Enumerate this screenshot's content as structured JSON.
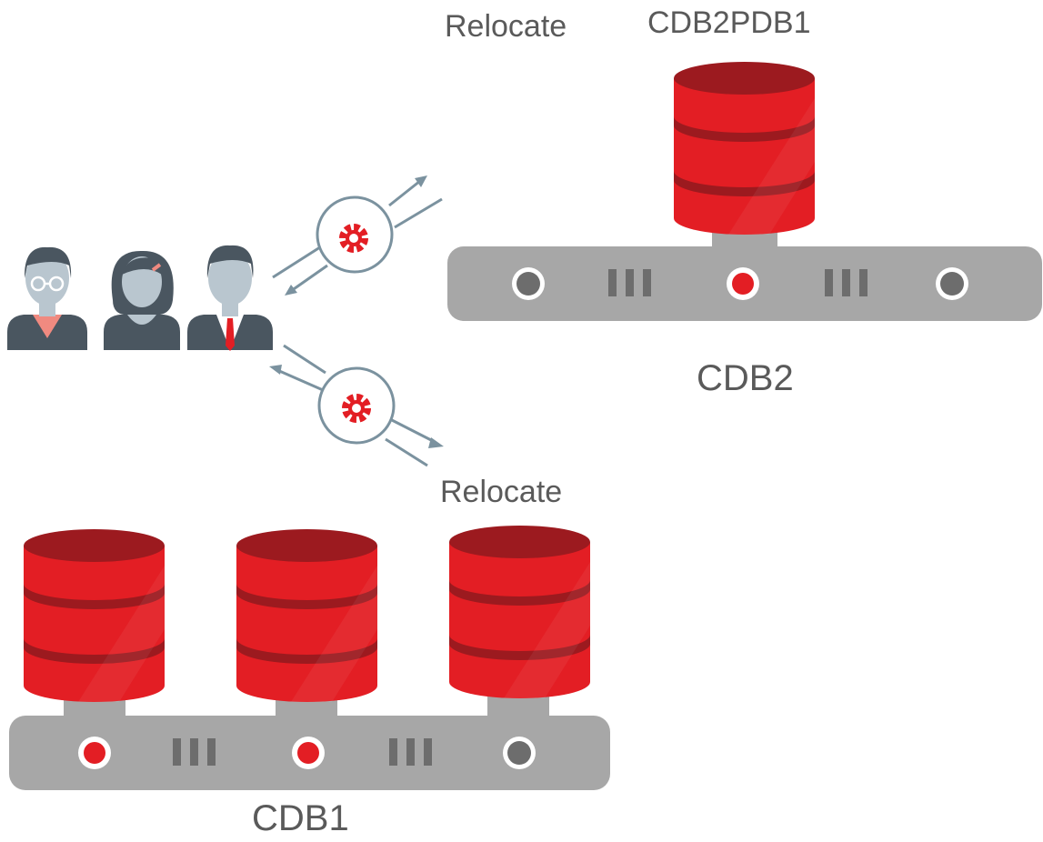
{
  "labels": {
    "relocate_top": "Relocate",
    "pdb_name": "CDB2PDB1",
    "cdb2": "CDB2",
    "relocate_bottom": "Relocate",
    "cdb1": "CDB1"
  },
  "icons": {
    "users": [
      "man-with-glasses-icon",
      "woman-icon",
      "businessman-icon"
    ],
    "process": "gear-icon",
    "database": "database-icon",
    "server": "server-rack-icon"
  },
  "colors": {
    "db_red": "#e31e24",
    "db_dark_red": "#9c1a1f",
    "server_gray": "#a7a7a7",
    "arrow": "#7b929f",
    "label": "#5a5a5a"
  }
}
